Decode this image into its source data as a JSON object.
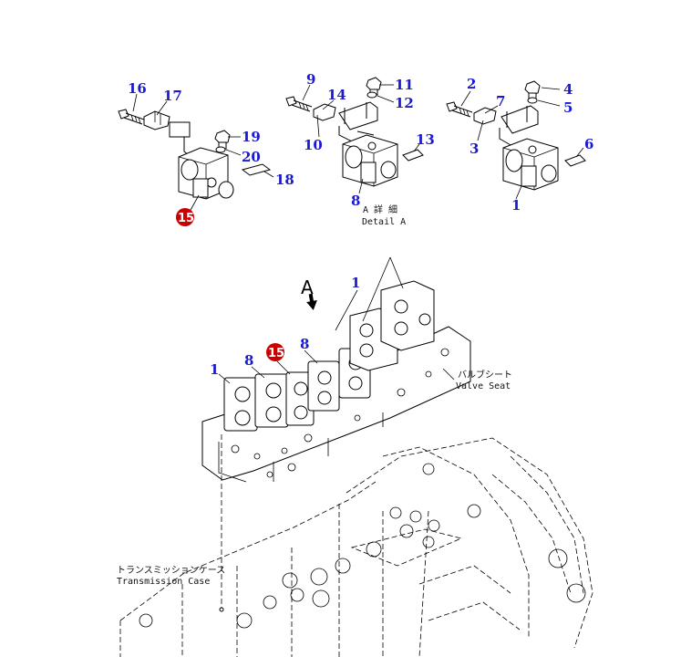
{
  "callouts": {
    "c16": "16",
    "c17": "17",
    "c19": "19",
    "c20": "20",
    "c18": "18",
    "c9": "9",
    "c14": "14",
    "c11": "11",
    "c12": "12",
    "c10": "10",
    "c13": "13",
    "c8a": "8",
    "c2": "2",
    "c7": "7",
    "c4": "4",
    "c5": "5",
    "c3": "3",
    "c6": "6",
    "c1a": "1",
    "c1b": "1",
    "c1c": "1",
    "c8b": "8",
    "c8c": "8"
  },
  "badges": {
    "b15a": "15",
    "b15b": "15"
  },
  "labels": {
    "detail_jp": "A 詳 細",
    "detail_en": "Detail A",
    "view_arrow": "A",
    "valve_seat_jp": "バルブシート",
    "valve_seat_en": "Valve Seat",
    "trans_case_jp": "トランスミッションケース",
    "trans_case_en": "Transmission Case"
  },
  "colors": {
    "callout": "#1a1ad0",
    "badge": "#cc0000",
    "line": "#000000"
  }
}
